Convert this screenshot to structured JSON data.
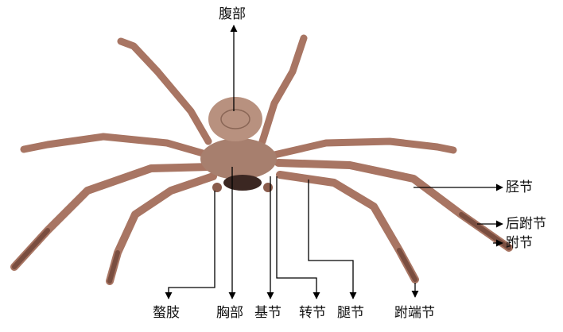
{
  "labels": {
    "abdomen": "腹部",
    "tibia": "胫节",
    "metatarsus": "后跗节",
    "tarsus": "跗节",
    "pedipalp": "螯肢",
    "thorax": "胸部",
    "coxa": "基节",
    "trochanter": "转节",
    "femur": "腿节",
    "pretarsus": "跗端节"
  },
  "colors": {
    "body": "#a77f6e",
    "leg": "#ab7766",
    "leg_dark": "#7a4e40",
    "abdomen": "#b8917f",
    "line": "#000000"
  }
}
